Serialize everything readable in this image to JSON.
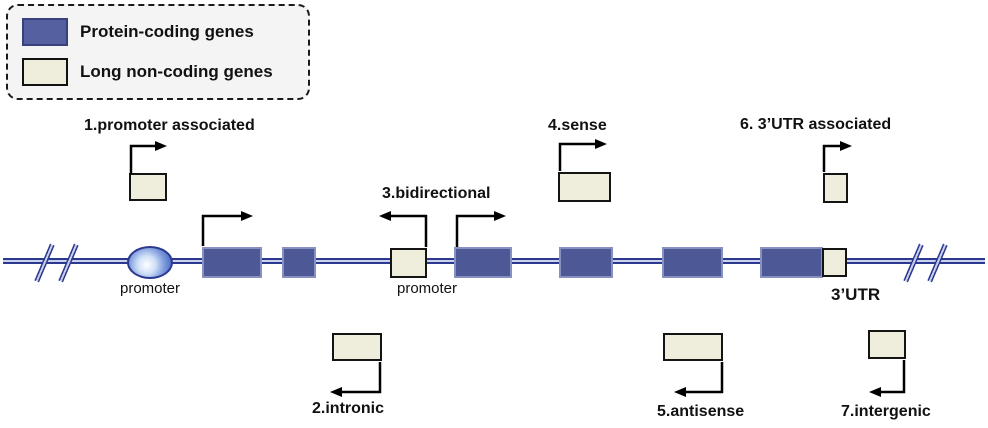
{
  "legend": {
    "items": [
      {
        "label": "Protein-coding genes",
        "color": "#4d5896"
      },
      {
        "label": "Long non-coding genes",
        "color": "#efeedd"
      }
    ]
  },
  "labels": {
    "promoter_associated": "1.promoter associated",
    "intronic": "2.intronic",
    "bidirectional": "3.bidirectional",
    "sense": "4.sense",
    "antisense": "5.antisense",
    "utr3_associated": "6. 3’UTR associated",
    "intergenic": "7.intergenic",
    "promoter_gene1": "promoter",
    "promoter_gene2": "promoter",
    "utr3": "3’UTR"
  },
  "colors": {
    "protein_coding_fill": "#4d5896",
    "protein_coding_border": "#8890c0",
    "lnc_fill": "#efeedd",
    "lnc_border": "#141414",
    "dna_line": "#2b3990",
    "promoter_oval_edge": "#3a57b5",
    "arrow": "#000000"
  }
}
